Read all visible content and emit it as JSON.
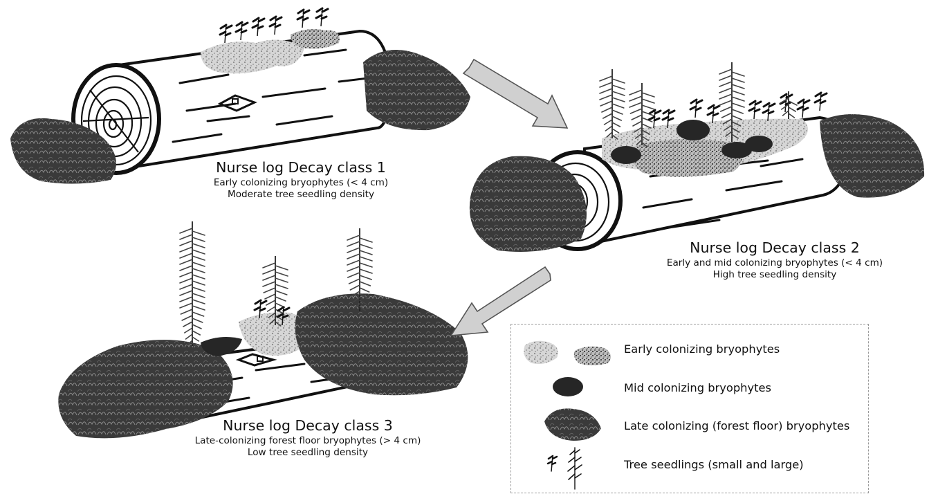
{
  "stages": [
    {
      "title": "Nurse log Decay class 1",
      "line1": "Early colonizing bryophytes (< 4 cm)",
      "line2": "Moderate tree seedling density"
    },
    {
      "title": "Nurse log Decay class 2",
      "line1": "Early and mid colonizing bryophytes (< 4 cm)",
      "line2": "High tree seedling density"
    },
    {
      "title": "Nurse log Decay class 3",
      "line1": "Late-colonizing forest floor bryophytes (> 4 cm)",
      "line2": "Low tree seedling density"
    }
  ],
  "legend": {
    "items": [
      {
        "label": "Early colonizing bryophytes",
        "icon": "early-bryophyte-icon"
      },
      {
        "label": "Mid colonizing bryophytes",
        "icon": "mid-bryophyte-icon"
      },
      {
        "label": "Late colonizing (forest floor) bryophytes",
        "icon": "late-bryophyte-icon"
      },
      {
        "label": "Tree seedlings (small and large)",
        "icon": "tree-seedling-icon"
      }
    ]
  },
  "colors": {
    "early_moss": "#c9c9c9",
    "mid_moss": "#262626",
    "late_moss": "#383838",
    "log_outline": "#111111",
    "arrow_fill": "#d0d0d0",
    "legend_border": "#9a9a9a"
  }
}
